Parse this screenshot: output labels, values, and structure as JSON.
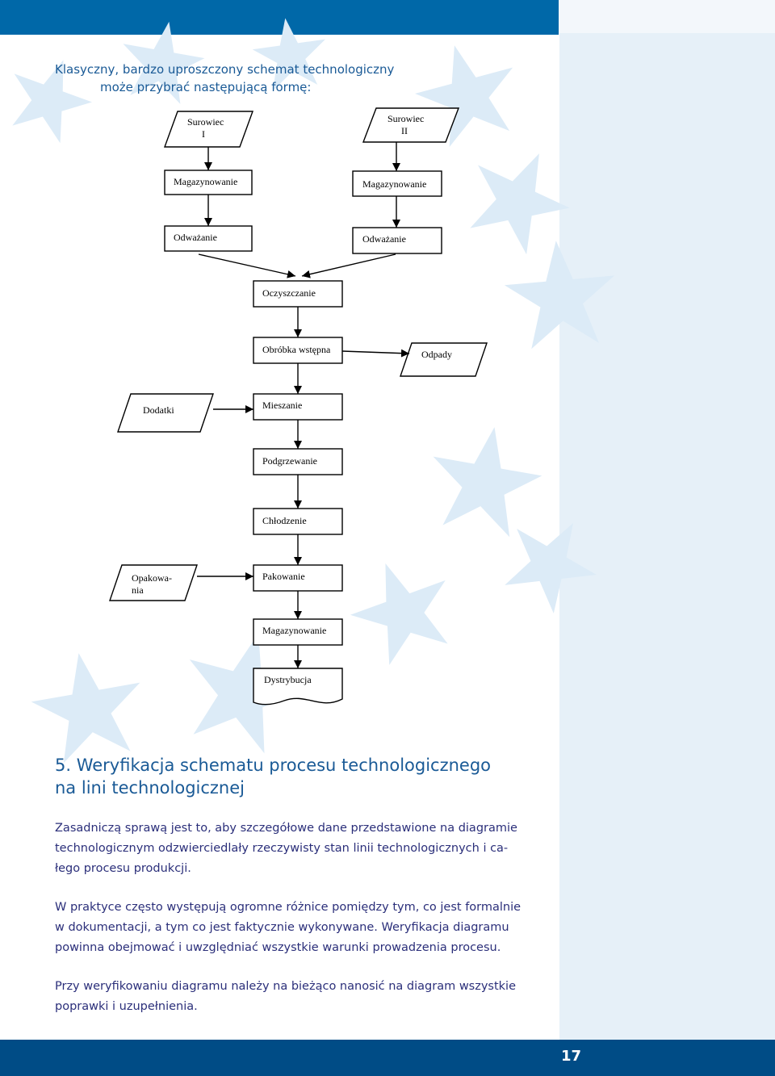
{
  "intro": {
    "line1": "Klasyczny, bardzo uproszczony schemat technologiczny",
    "line2": "może przybrać następującą formę:"
  },
  "flowchart": {
    "surowiec1_a": "Surowiec",
    "surowiec1_b": "I",
    "surowiec2_a": "Surowiec",
    "surowiec2_b": "II",
    "magazynowanie_left": "Magazynowanie",
    "magazynowanie_right": "Magazynowanie",
    "odwazanie_left": "Odważanie",
    "odwazanie_right": "Odważanie",
    "oczyszczanie": "Oczyszczanie",
    "obrobka": "Obróbka wstępna",
    "odpady": "Odpady",
    "dodatki": "Dodatki",
    "mieszanie": "Mieszanie",
    "podgrzewanie": "Podgrzewanie",
    "chlodzenie": "Chłodzenie",
    "opakowania_a": "Opakowa-",
    "opakowania_b": "nia",
    "pakowanie": "Pakowanie",
    "magazynowanie_final": "Magazynowanie",
    "dystrybucja": "Dystrybucja"
  },
  "section": {
    "title_line1": "5. Weryfikacja schematu procesu technologicznego",
    "title_line2": "na lini technologicznej"
  },
  "paragraphs": {
    "p1_l1": "Zasadniczą sprawą jest to, aby szczegółowe dane przedstawione na diagramie",
    "p1_l2": "technologicznym odzwierciedlały rzeczywisty stan linii technologicznych i ca-",
    "p1_l3": "łego procesu produkcji.",
    "p2_l1": "W praktyce często występują ogromne różnice pomiędzy tym, co jest formalnie",
    "p2_l2": "w dokumentacji, a tym co jest faktycznie wykonywane. Weryfikacja diagramu",
    "p2_l3": "powinna obejmować i uwzględniać wszystkie warunki prowadzenia procesu.",
    "p3_l1": "Przy weryfikowaniu diagramu należy na bieżąco nanosić na diagram wszystkie",
    "p3_l2": "poprawki i uzupełnienia."
  },
  "footer": {
    "page_number": "17"
  },
  "colors": {
    "top_bar": "#0068a8",
    "bottom_bar": "#004c86",
    "side_panel": "#e6f0f8",
    "stars": "#dcebf7",
    "heading": "#1a5a96",
    "body_text": "#2b2f7a"
  }
}
